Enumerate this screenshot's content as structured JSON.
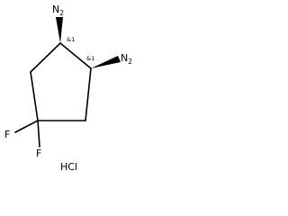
{
  "molecule": {
    "atoms": {
      "amine_top": {
        "element": "N",
        "hydrogens": "2"
      },
      "amine_right": {
        "element": "N",
        "hydrogens": "2"
      },
      "fluorine_left": "F",
      "fluorine_bottom": "F"
    },
    "stereo_labels": {
      "c1": "&1",
      "c2": "&1"
    },
    "salt": "HCl",
    "wedge_color": "#000000"
  }
}
